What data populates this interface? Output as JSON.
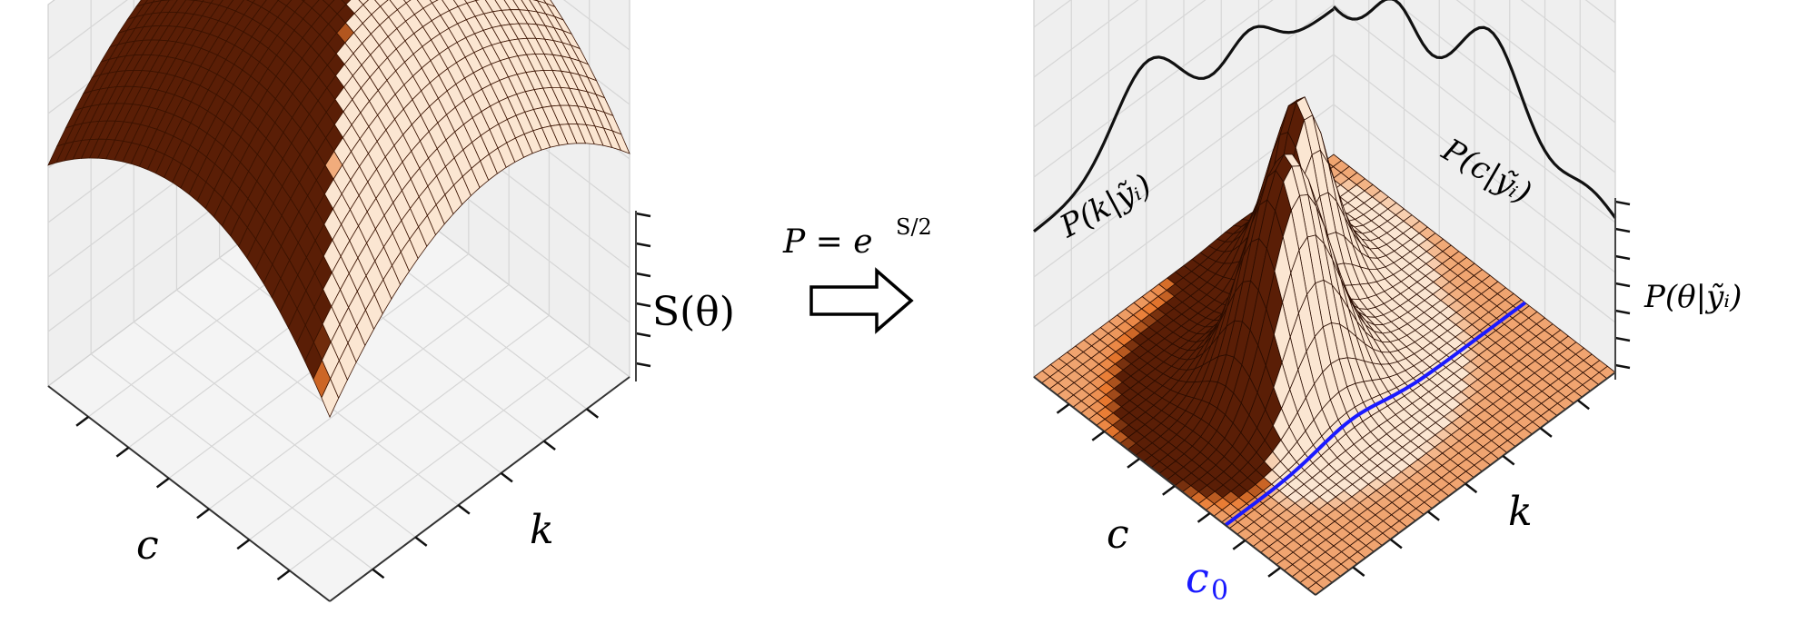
{
  "left_panel": {
    "axis_c": "c",
    "axis_k": "k",
    "z_label": "S(θ)"
  },
  "transform": {
    "equation": "P = e",
    "exponent": "S/2"
  },
  "right_panel": {
    "axis_c": "c",
    "axis_k": "k",
    "c0_label": "c",
    "c0_subscript": "0",
    "z_label": "P(θ|ỹᵢ)",
    "marginal_k": "P(k|ỹᵢ)",
    "marginal_c": "P(c|ỹᵢ)"
  },
  "colors": {
    "surface_dark": "#5a1e06",
    "surface_light": "#fbe6d2",
    "slice_line": "#1a1aff",
    "grid": "#d6d6d6"
  }
}
